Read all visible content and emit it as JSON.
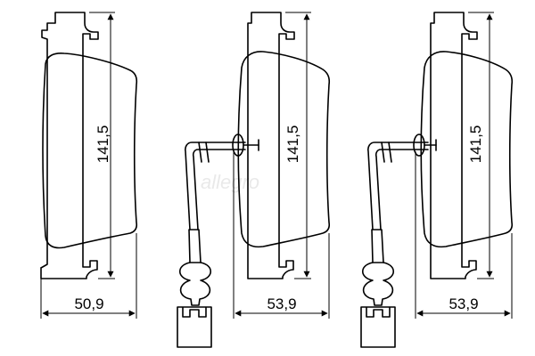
{
  "dimensions": {
    "pad1_height": "141,5",
    "pad1_width": "50,9",
    "pad2_height": "141,5",
    "pad2_width": "53,9",
    "pad3_height": "141,5",
    "pad3_width": "53,9"
  },
  "watermark": "allegro"
}
